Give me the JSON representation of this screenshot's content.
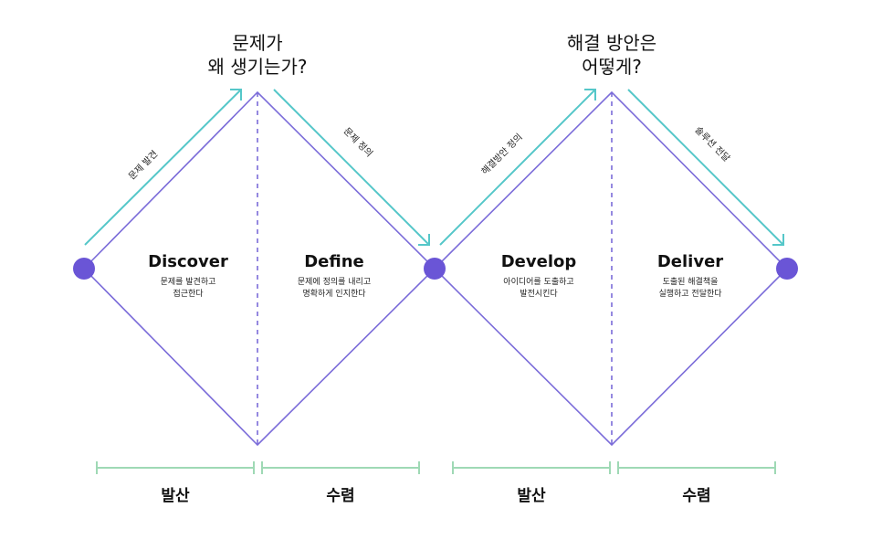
{
  "colors": {
    "diamond": "#7b6cd9",
    "node": "#6a55d6",
    "arrow": "#55c7c9",
    "bracket": "#9fd9b5"
  },
  "questions": [
    {
      "lines": [
        "문제가",
        "왜 생기는가?"
      ]
    },
    {
      "lines": [
        "해결 방안은",
        "어떻게?"
      ]
    }
  ],
  "phases": [
    {
      "name": "Discover",
      "desc": [
        "문제를 발견하고",
        "접근한다"
      ]
    },
    {
      "name": "Define",
      "desc": [
        "문제에 정의를 내리고",
        "명확하게 인지한다"
      ]
    },
    {
      "name": "Develop",
      "desc": [
        "아이디어를 도출하고",
        "발전시킨다"
      ]
    },
    {
      "name": "Deliver",
      "desc": [
        "도출된 해결책을",
        "실행하고 전달한다"
      ]
    }
  ],
  "arrows": [
    {
      "label": "문제 발견",
      "icon": "arrow-up-right-icon"
    },
    {
      "label": "문제 정의",
      "icon": "arrow-down-right-icon"
    },
    {
      "label": "해결방안 정의",
      "icon": "arrow-up-right-icon"
    },
    {
      "label": "솔루션 전달",
      "icon": "arrow-down-right-icon"
    }
  ],
  "brackets": [
    {
      "label": "발산"
    },
    {
      "label": "수렴"
    },
    {
      "label": "발산"
    },
    {
      "label": "수렴"
    }
  ]
}
